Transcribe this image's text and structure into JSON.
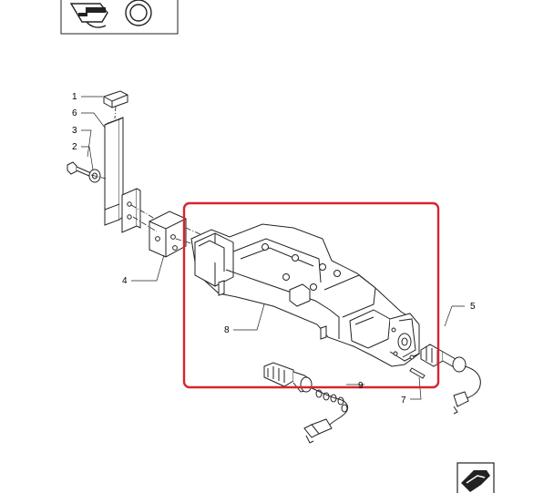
{
  "callouts": {
    "c1": "1",
    "c2": "2",
    "c3": "3",
    "c4": "4",
    "c5": "5",
    "c6": "6",
    "c7": "7",
    "c8": "8",
    "c9": "9"
  },
  "colors": {
    "line": "#222222",
    "highlight": "#d6252f"
  },
  "icons": {
    "thumbnail": "tractor-thumbnail-icon",
    "next_page": "next-page-arrow-icon"
  }
}
